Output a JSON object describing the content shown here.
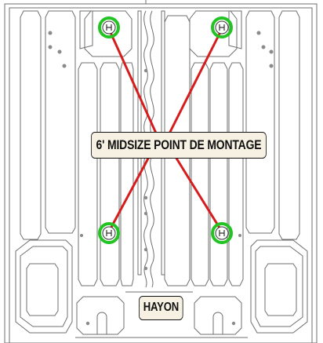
{
  "labels": {
    "mount_points": "6' MIDSIZE POINT DE MONTAGE",
    "tailgate": "HAYON"
  },
  "colors": {
    "background": "#ffffff",
    "outline": "#6f6f6f",
    "line_red": "#d61d1d",
    "ring_green": "#22c322",
    "label_fill": "#f6f1e3",
    "label_border": "#111111"
  },
  "mount_points": [
    {
      "id": "front-left"
    },
    {
      "id": "front-right"
    },
    {
      "id": "rear-left"
    },
    {
      "id": "rear-right"
    }
  ]
}
